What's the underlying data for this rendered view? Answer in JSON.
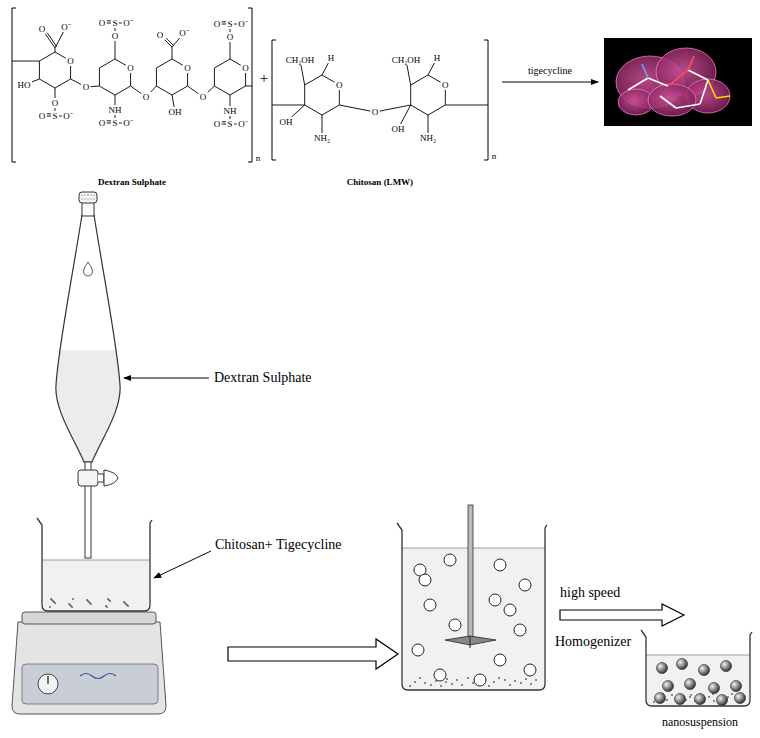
{
  "diagram": {
    "labels": [
      "O",
      "O⁻",
      "O",
      "HO",
      "O",
      "S",
      "O",
      "O⁻",
      "O",
      "O",
      "O",
      "S",
      "O",
      "O⁻",
      "NH",
      "S",
      "O",
      "O⁻",
      "O",
      "O",
      "O⁻",
      "O",
      "OH",
      "O",
      "O",
      "O",
      "S",
      "O",
      "O⁻",
      "NH",
      "S",
      "O",
      "O⁻",
      "n",
      "Dextran Sulphate",
      "+",
      "CH₂OH",
      "H",
      "O",
      "OH",
      "NH₂",
      "O",
      "CH₂OH",
      "H",
      "O",
      "OH",
      "NH₂",
      "n",
      "Chitosan (LMW)",
      "tigecycline",
      "Dextran Sulphate",
      "Chitosan+ Tigecycline",
      "high speed",
      "Homogenizer",
      "nanosuspension"
    ]
  }
}
